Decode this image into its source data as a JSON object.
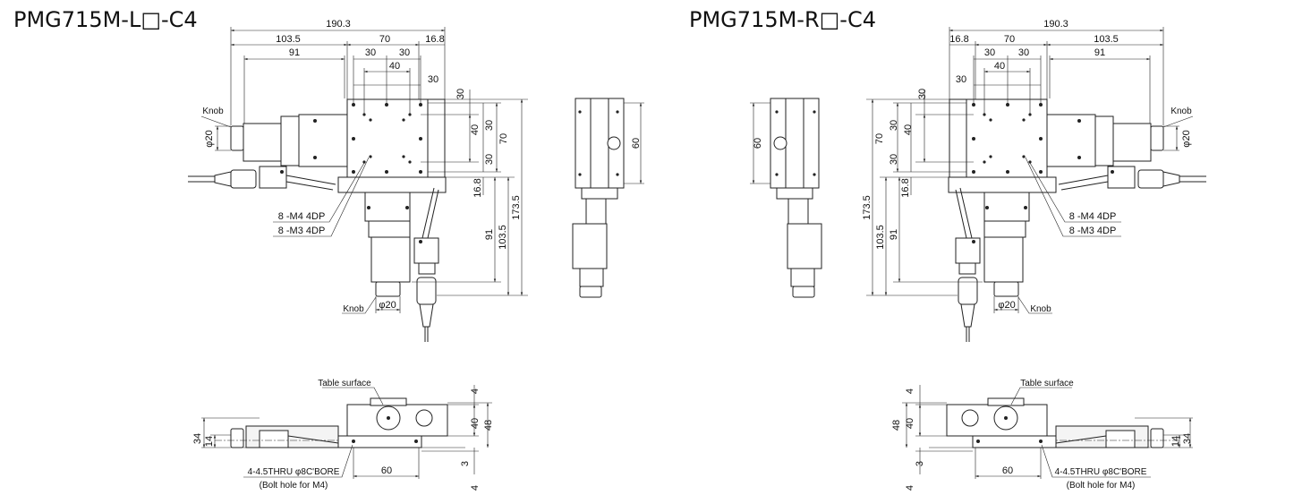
{
  "titles": {
    "left": "PMG715M-L□-C4",
    "right": "PMG715M-R□-C4"
  },
  "dims": {
    "overall_width": "190.3",
    "motor_offset": "103.5",
    "table_width": "70",
    "rail_offset": "16.8",
    "motor_length": "91",
    "hole_pitch": "30",
    "hole_pitch_inner": "40",
    "overall_length": "173.5",
    "side_height": "60",
    "height_34": "34",
    "height_14": "14",
    "height_48": "48",
    "height_40": "40",
    "gap_4": "4",
    "gap_3": "3",
    "bolt_pitch": "60"
  },
  "notes": {
    "knob": "Knob",
    "phi20": "φ20",
    "m4_holes": "8 -M4 4DP",
    "m3_holes": "8 -M3 4DP",
    "table_surface": "Table surface",
    "bolt_hole": "4-4.5THRU φ8C'BORE",
    "bolt_hole_note": "(Bolt hole for M4)"
  }
}
